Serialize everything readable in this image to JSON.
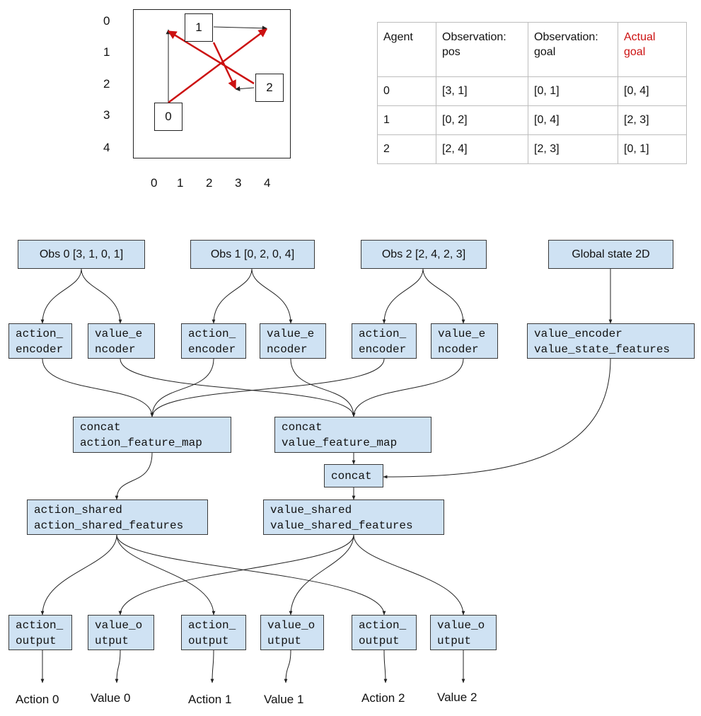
{
  "grid": {
    "y_labels": [
      "0",
      "1",
      "2",
      "3",
      "4"
    ],
    "x_labels": [
      "0",
      "1",
      "2",
      "3",
      "4"
    ],
    "agents": [
      {
        "label": "0",
        "pos": [
          3,
          1
        ]
      },
      {
        "label": "1",
        "pos": [
          0,
          2
        ]
      },
      {
        "label": "2",
        "pos": [
          2,
          4
        ]
      }
    ]
  },
  "table": {
    "headers": [
      {
        "line1": "Agent",
        "line2": ""
      },
      {
        "line1": "Observation:",
        "line2": "pos"
      },
      {
        "line1": "Observation:",
        "line2": "goal"
      },
      {
        "line1": "Actual",
        "line2": "goal"
      }
    ],
    "rows": [
      [
        "0",
        "[3, 1]",
        "[0, 1]",
        "[0, 4]"
      ],
      [
        "1",
        "[0, 2]",
        "[0, 4]",
        "[2, 3]"
      ],
      [
        "2",
        "[2, 4]",
        "[2, 3]",
        "[0, 1]"
      ]
    ],
    "highlight_color": "#cc1111"
  },
  "nodes": {
    "obs0": "Obs 0 [3, 1, 0, 1]",
    "obs1": "Obs 1 [0, 2, 0, 4]",
    "obs2": "Obs 2 [2, 4, 2, 3]",
    "global": "Global state 2D",
    "action_encoder": [
      "action_",
      "encoder"
    ],
    "value_encoder": [
      "value_e",
      "ncoder"
    ],
    "global_encoder": [
      "value_encoder",
      "value_state_features"
    ],
    "concat_action": [
      "concat",
      "action_feature_map"
    ],
    "concat_value": [
      "concat",
      "value_feature_map"
    ],
    "concat": "concat",
    "action_shared": [
      "action_shared",
      "action_shared_features"
    ],
    "value_shared": [
      "value_shared",
      "value_shared_features"
    ],
    "action_output": [
      "action_",
      "output"
    ],
    "value_output": [
      "value_o",
      "utput"
    ]
  },
  "outputs": [
    "Action 0",
    "Value 0",
    "Action 1",
    "Value 1",
    "Action 2",
    "Value 2"
  ],
  "colors": {
    "node_fill": "#cfe2f3",
    "arrow_red": "#cc1111"
  }
}
